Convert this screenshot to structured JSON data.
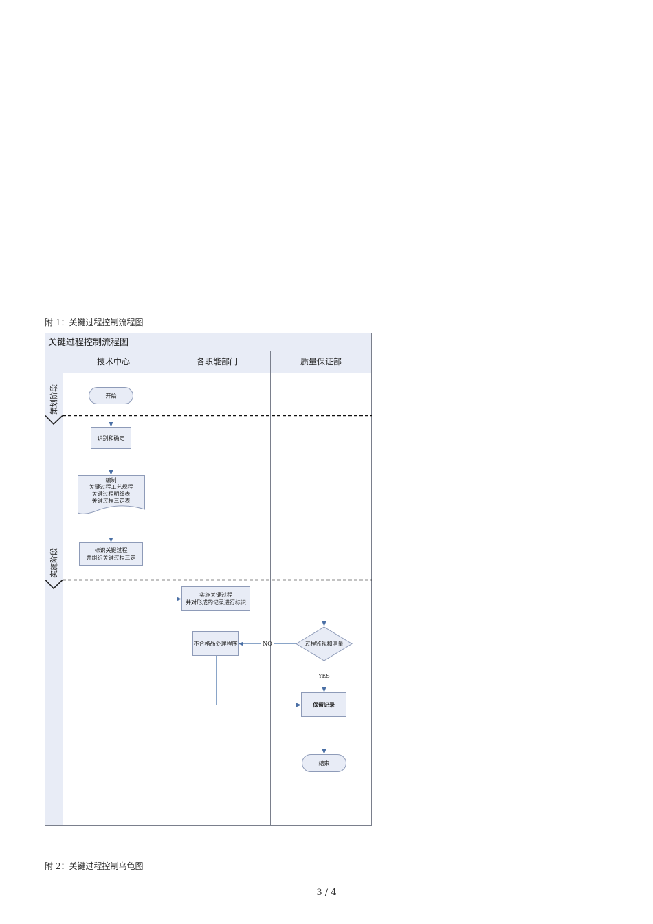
{
  "document": {
    "caption_1": "附 1：关键过程控制流程图",
    "caption_2": "附 2：关键过程控制乌龟图",
    "page_number": "3 / 4"
  },
  "flowchart": {
    "title": "关键过程控制流程图",
    "columns": [
      "技术中心",
      "各职能部门",
      "质量保证部"
    ],
    "phases": [
      "策划阶段",
      "实施阶段"
    ],
    "nodes": {
      "start": "开始",
      "identify": "识别和确定",
      "compile": [
        "编制",
        "关键过程工艺规程",
        "关键过程明细表",
        "关键过程三定表"
      ],
      "mark": [
        "标识关键过程",
        "并组织关键过程三定"
      ],
      "implement": [
        "实施关键过程",
        "并对形成的记录进行标识"
      ],
      "nonconforming": "不合格品处理程序",
      "monitor": "过程监视和测量",
      "keep_records": "保留记录",
      "end": "结束"
    },
    "edge_labels": {
      "no": "NO",
      "yes": "YES"
    },
    "colors": {
      "header_fill": "#e8ecf6",
      "node_fill": "#e8ecf6",
      "border": "#7a7f8c",
      "node_border": "#8e9bb8",
      "connector": "#8aa5c8",
      "arrow": "#4a6fa5"
    }
  }
}
